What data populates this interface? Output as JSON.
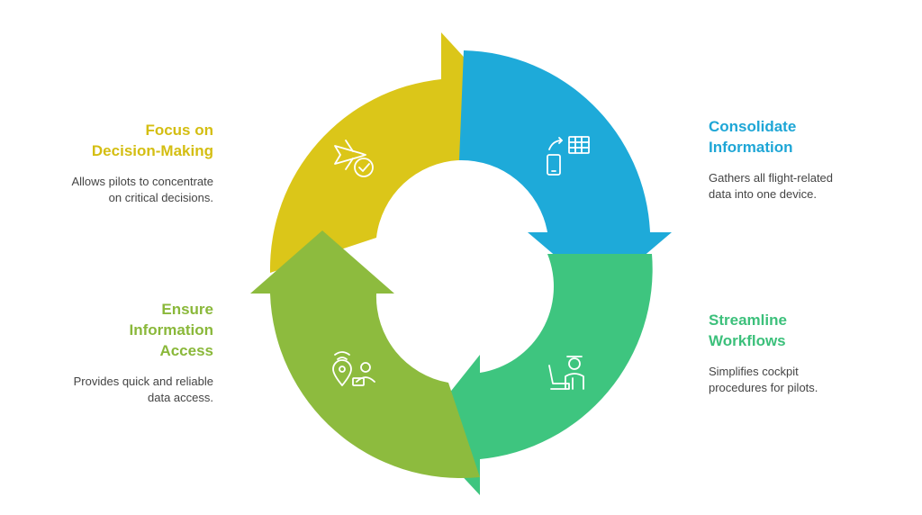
{
  "steps": [
    {
      "id": "focus",
      "title_lines": [
        "Focus on",
        "Decision-Making"
      ],
      "description_lines": [
        "Allows pilots to concentrate",
        "on critical decisions."
      ],
      "color": "#DBC619",
      "icon": "plane-check-icon"
    },
    {
      "id": "consolidate",
      "title_lines": [
        "Consolidate",
        "Information"
      ],
      "description_lines": [
        "Gathers all flight-related",
        "data into one device."
      ],
      "color": "#1EAAD9",
      "icon": "phone-table-icon"
    },
    {
      "id": "streamline",
      "title_lines": [
        "Streamline",
        "Workflows"
      ],
      "description_lines": [
        "Simplifies cockpit",
        "procedures for pilots."
      ],
      "color": "#3EC57F",
      "icon": "pilot-seat-icon"
    },
    {
      "id": "ensure",
      "title_lines": [
        "Ensure",
        "Information",
        "Access"
      ],
      "description_lines": [
        "Provides quick and reliable",
        "data access."
      ],
      "color": "#8DBB3E",
      "icon": "location-access-icon"
    }
  ]
}
